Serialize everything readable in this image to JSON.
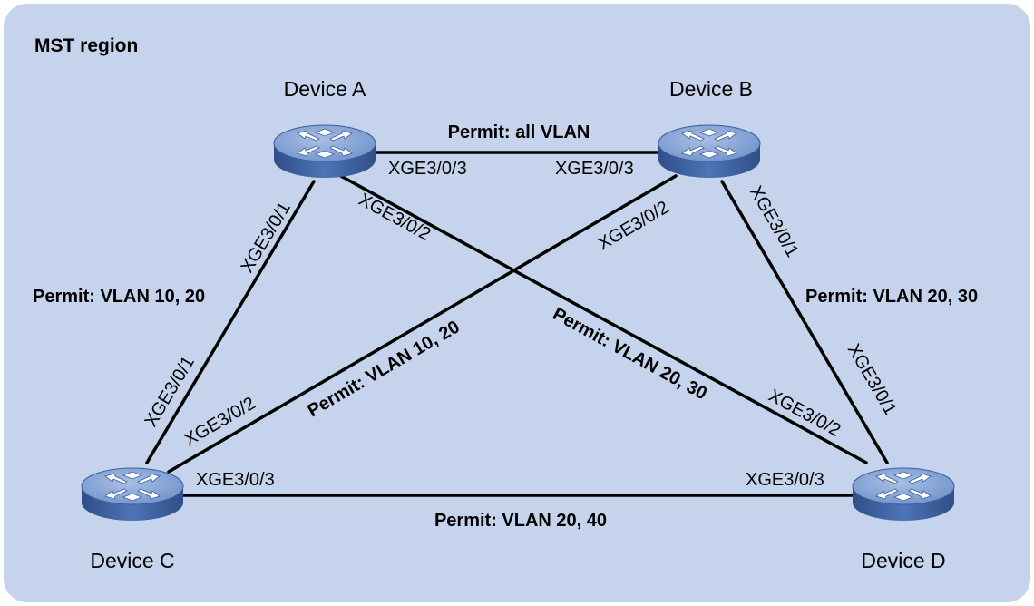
{
  "region": {
    "title": "MST region",
    "background_color": "#c5d3ec"
  },
  "devices": [
    {
      "id": "a",
      "name": "Device A",
      "icon": "switch-icon"
    },
    {
      "id": "b",
      "name": "Device B",
      "icon": "switch-icon"
    },
    {
      "id": "c",
      "name": "Device C",
      "icon": "switch-icon"
    },
    {
      "id": "d",
      "name": "Device D",
      "icon": "switch-icon"
    }
  ],
  "links": [
    {
      "id": "ab",
      "from": "Device A",
      "to": "Device B",
      "permit": "Permit: all VLAN",
      "port_from": "XGE3/0/3",
      "port_to": "XGE3/0/3"
    },
    {
      "id": "ac",
      "from": "Device A",
      "to": "Device C",
      "permit": "Permit: VLAN 10, 20",
      "port_from": "XGE3/0/1",
      "port_to": "XGE3/0/1"
    },
    {
      "id": "ad",
      "from": "Device A",
      "to": "Device D",
      "permit": "Permit: VLAN 20, 30",
      "port_from": "XGE3/0/2",
      "port_to": "XGE3/0/2"
    },
    {
      "id": "bc",
      "from": "Device B",
      "to": "Device C",
      "permit": "Permit: VLAN 10, 20",
      "port_from": "XGE3/0/2",
      "port_to": "XGE3/0/2"
    },
    {
      "id": "bd",
      "from": "Device B",
      "to": "Device D",
      "permit": "Permit: VLAN 20, 30",
      "port_from": "XGE3/0/1",
      "port_to": "XGE3/0/1"
    },
    {
      "id": "cd",
      "from": "Device C",
      "to": "Device D",
      "permit": "Permit: VLAN 20,  40",
      "port_from": "XGE3/0/3",
      "port_to": "XGE3/0/3"
    }
  ],
  "colors": {
    "device_top": "#7f9fd0",
    "device_side": "#3c5f9c",
    "link": "#000000"
  }
}
